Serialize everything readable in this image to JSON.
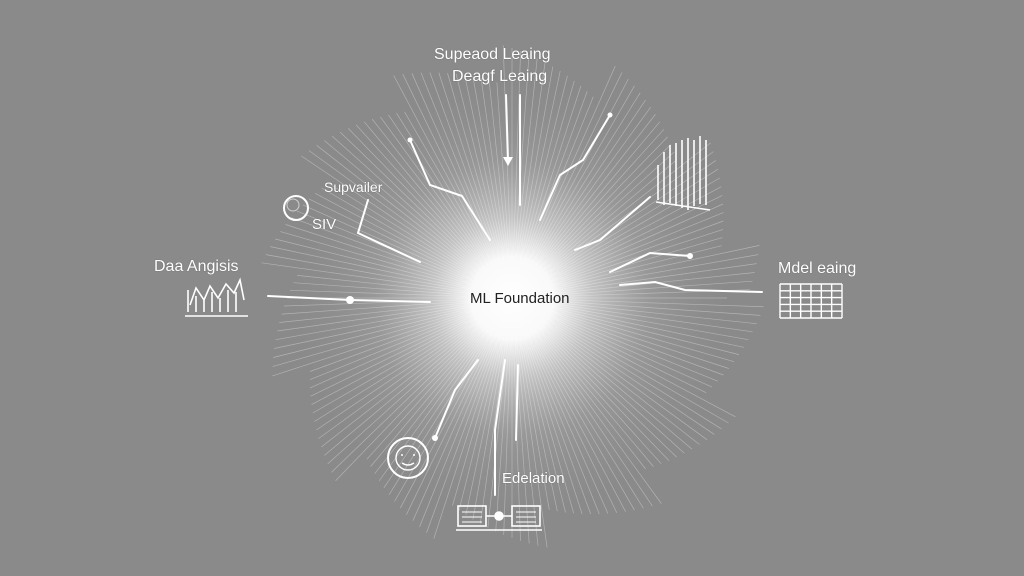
{
  "diagram": {
    "center_label": "ML Foundation",
    "nodes": {
      "top_line1": "Supeaod Leaing",
      "top_line2": "Deagf Leaing",
      "upper_left": "Supvailer",
      "small_left": "SIV",
      "left": "Daa Angisis",
      "right": "Mdel eaing",
      "bottom": "Edelation"
    },
    "icons": [
      "circle-icon",
      "bar-chart-icon",
      "grid-table-icon",
      "face-circle-icon",
      "monitor-pair-icon",
      "line-chart-icon"
    ],
    "colors": {
      "background": "#8a8a8a",
      "line": "#ffffff",
      "glow": "#ffffff",
      "center_text": "#222222"
    }
  }
}
